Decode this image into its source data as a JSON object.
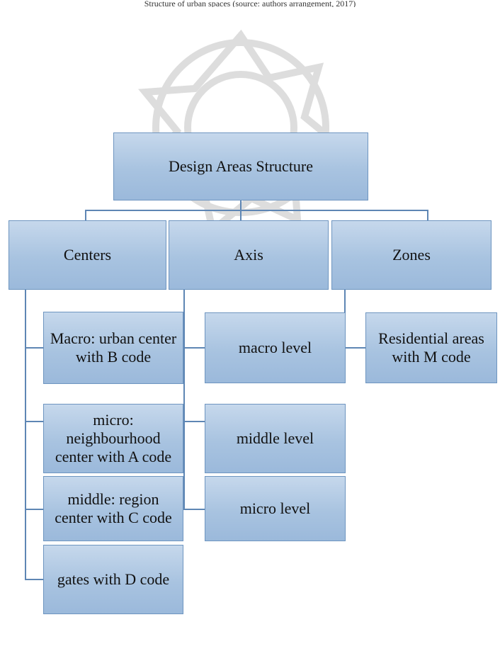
{
  "header_text": "Structure of urban spaces (source: authors arrangement, 2017)",
  "nodes": {
    "root": "Design Areas Structure",
    "centers": "Centers",
    "axis": "Axis",
    "zones": "Zones",
    "center_macro": "Macro: urban center with B code",
    "center_micro": "micro: neighbourhood center with A code",
    "center_middle": "middle: region center with C code",
    "center_gates": "gates with D code",
    "axis_macro": "macro level",
    "axis_middle": "middle level",
    "axis_micro": "micro level",
    "zone_residential": "Residential areas with M code"
  },
  "colors": {
    "box_fill": "#a8c3e0",
    "box_border": "#6e95c0",
    "connector": "#5e86b4",
    "watermark": "#d6d6d6"
  }
}
